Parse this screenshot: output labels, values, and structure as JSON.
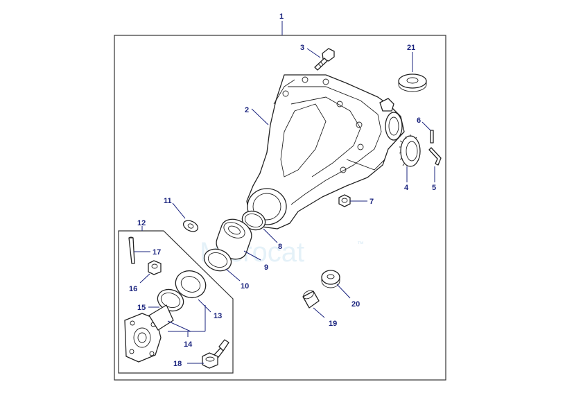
{
  "watermark": {
    "text": "Microcat",
    "mark": "™"
  },
  "callouts": [
    {
      "id": "1",
      "label": "1"
    },
    {
      "id": "2",
      "label": "2"
    },
    {
      "id": "3",
      "label": "3"
    },
    {
      "id": "4",
      "label": "4"
    },
    {
      "id": "5",
      "label": "5"
    },
    {
      "id": "6",
      "label": "6"
    },
    {
      "id": "7",
      "label": "7"
    },
    {
      "id": "8",
      "label": "8"
    },
    {
      "id": "9",
      "label": "9"
    },
    {
      "id": "10",
      "label": "10"
    },
    {
      "id": "11",
      "label": "11"
    },
    {
      "id": "12",
      "label": "12"
    },
    {
      "id": "13",
      "label": "13"
    },
    {
      "id": "14",
      "label": "14"
    },
    {
      "id": "15",
      "label": "15"
    },
    {
      "id": "16",
      "label": "16"
    },
    {
      "id": "17",
      "label": "17"
    },
    {
      "id": "18",
      "label": "18"
    },
    {
      "id": "19",
      "label": "19"
    },
    {
      "id": "20",
      "label": "20"
    },
    {
      "id": "21",
      "label": "21"
    }
  ],
  "colors": {
    "callout": "#1a237e",
    "line": "#222222",
    "watermark": "#cfe6f3"
  }
}
